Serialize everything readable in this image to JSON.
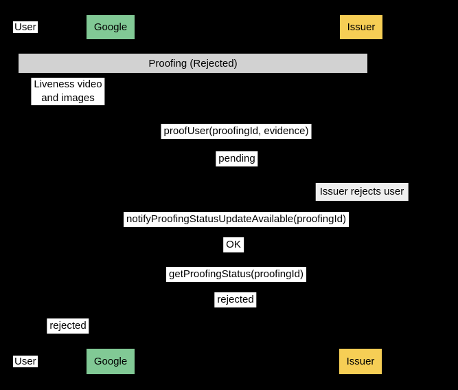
{
  "colors": {
    "background": "#000000",
    "google_box": "#81C995",
    "issuer_box": "#F6CE55",
    "frame_bar": "#D2D2D2",
    "note_fill": "#EFEFEF",
    "label_fill": "#FFFFFF",
    "text": "#000000"
  },
  "frame": {
    "title": "Proofing (Rejected)"
  },
  "actors": {
    "top": {
      "user": "User",
      "google": "Google",
      "issuer": "Issuer"
    },
    "bottom": {
      "user": "User",
      "google": "Google",
      "issuer": "Issuer"
    }
  },
  "notes": {
    "liveness": "Liveness video\nand images",
    "issuer_rejects": "Issuer rejects user"
  },
  "messages": {
    "proof_user": "proofUser(proofingId, evidence)",
    "pending": "pending",
    "notify": "notifyProofingStatusUpdateAvailable(proofingId)",
    "ok": "OK",
    "get_status": "getProofingStatus(proofingId)",
    "rejected_center": "rejected",
    "rejected_left": "rejected"
  }
}
